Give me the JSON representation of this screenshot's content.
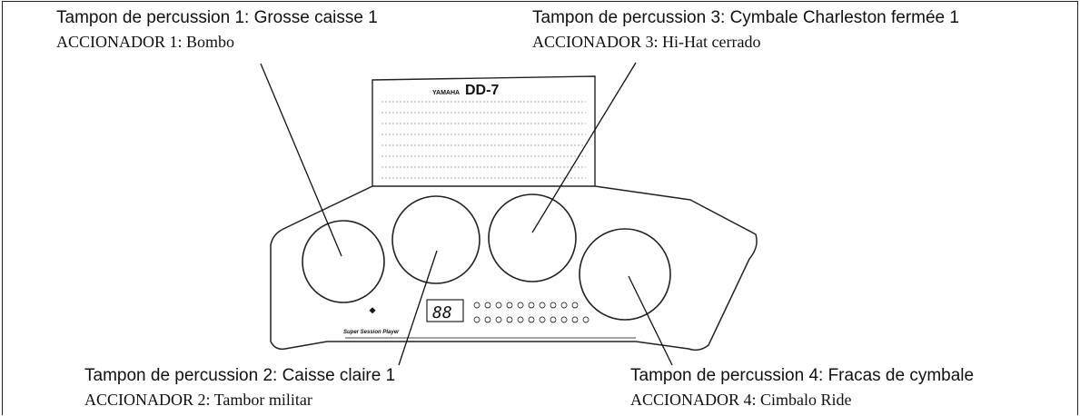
{
  "labels": {
    "pad1": {
      "fr": "Tampon de percussion 1: Grosse caisse 1",
      "es": "ACCIONADOR 1: Bombo"
    },
    "pad2": {
      "fr": "Tampon de percussion 2: Caisse claire 1",
      "es": "ACCIONADOR 2: Tambor militar"
    },
    "pad3": {
      "fr": "Tampon de percussion 3: Cymbale Charleston fermée 1",
      "es": "ACCIONADOR 3: Hi-Hat cerrado"
    },
    "pad4": {
      "fr": "Tampon de percussion 4: Fracas de cymbale",
      "es": "ACCIONADOR 4: Cimbalo Ride"
    }
  },
  "device": {
    "brand": "YAMAHA",
    "model": "DD-7",
    "display": "88",
    "footer": "Super Session Player"
  },
  "colors": {
    "ink": "#111111",
    "line": "#333333",
    "paper": "#ffffff",
    "panel": "#f7f7f7"
  }
}
